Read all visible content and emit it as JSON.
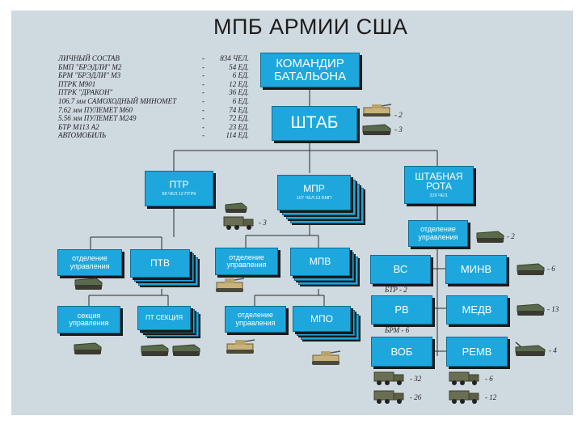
{
  "title": "МПБ АРМИИ США",
  "stats": [
    {
      "name": "ЛИЧНЫЙ СОСТАВ",
      "value": "834 ЧЕЛ."
    },
    {
      "name": "БМП \"БРЭДЛИ\" М2",
      "value": "54 ЕД."
    },
    {
      "name": "БРМ \"БРЭДЛИ\" М3",
      "value": "6 ЕД."
    },
    {
      "name": "ПТРК М901",
      "value": "12 ЕД."
    },
    {
      "name": "ПТРК \"ДРАКОН\"",
      "value": "36 ЕД."
    },
    {
      "name": "106.7 мм САМОХОДНЫЙ МИНОМЕТ",
      "value": "6 ЕД."
    },
    {
      "name": "7.62 мм ПУЛЕМЕТ М60",
      "value": "74 ЕД."
    },
    {
      "name": "5.56 мм ПУЛЕМЕТ М249",
      "value": "72 ЕД."
    },
    {
      "name": "БТР М113 А2",
      "value": "23 ЕД."
    },
    {
      "name": "АВТОМОБИЛЬ",
      "value": "114 ЕД."
    }
  ],
  "units": {
    "commander": {
      "line1": "КОМАНДИР",
      "line2": "БАТАЛЬОНА"
    },
    "hq": {
      "label": "ШТАБ"
    },
    "ptr": {
      "label": "ПТР",
      "sub": "88 ЧЕЛ.12 ПТРК"
    },
    "mpr": {
      "label": "МПР",
      "sub": "107 ЧЕЛ.13 БМП"
    },
    "hq_company": {
      "line1": "ШТАБНАЯ",
      "line2": "РОТА",
      "sub": "319 ЧЕЛ."
    },
    "ptr_control": {
      "line1": "отделение",
      "line2": "управления"
    },
    "ptv": {
      "label": "ПТВ"
    },
    "ptr_section": {
      "line1": "секция",
      "line2": "управления"
    },
    "pt_section": {
      "label": "ПТ СЕКЦИЯ"
    },
    "mpr_control": {
      "line1": "отделение",
      "line2": "управления"
    },
    "mpv": {
      "label": "МПВ"
    },
    "mpr_control2": {
      "line1": "отделение",
      "line2": "управления"
    },
    "mpo": {
      "label": "МПО"
    },
    "hqc_control": {
      "line1": "отделение",
      "line2": "управления"
    },
    "vs": {
      "label": "ВС"
    },
    "minv": {
      "label": "МИНВ"
    },
    "rv": {
      "label": "РВ"
    },
    "medv": {
      "label": "МЕДВ"
    },
    "vob": {
      "label": "ВОБ"
    },
    "remv": {
      "label": "РЕМВ"
    }
  },
  "inline_labels": {
    "btr": "БТР - 2",
    "brm": "БРМ - 6"
  },
  "counts": {
    "hq_ifv": "- 2",
    "hq_apc": "- 3",
    "ptr_truck": "- 3",
    "hqc_control_apc": "- 2",
    "minv_apc": "- 6",
    "medv_apc": "- 13",
    "remv_recovery": "- 4",
    "vob_truck1": "- 32",
    "vob_truck2": "- 26",
    "remv_truck1": "- 6",
    "remv_truck2": "- 12"
  },
  "icons": [
    "ifv-icon",
    "apc-icon",
    "truck-icon",
    "recovery-vehicle-icon"
  ],
  "colors": {
    "box": "#1ea7dc",
    "box_border": "#0a6e93",
    "shadow": "#1a1a1a",
    "panel": "#cfd9e0",
    "vehicle": "#5a6a4c",
    "ifv": "#c9b27a"
  }
}
